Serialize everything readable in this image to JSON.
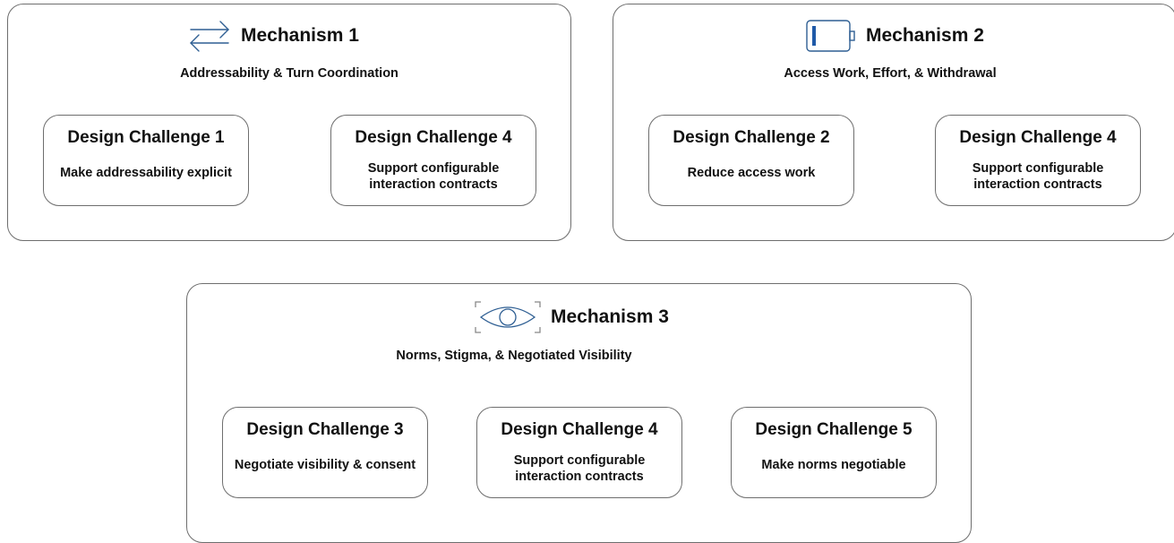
{
  "mechanisms": [
    {
      "icon": "arrows-swap-icon",
      "title": "Mechanism 1",
      "subtitle": "Addressability & Turn Coordination",
      "challenges": [
        {
          "title": "Design Challenge 1",
          "desc": [
            "Make addressability explicit"
          ]
        },
        {
          "title": "Design Challenge 4",
          "desc": [
            "Support configurable",
            "interaction contracts"
          ]
        }
      ]
    },
    {
      "icon": "battery-low-icon",
      "title": "Mechanism 2",
      "subtitle": "Access Work, Effort, & Withdrawal",
      "challenges": [
        {
          "title": "Design Challenge 2",
          "desc": [
            "Reduce access work"
          ]
        },
        {
          "title": "Design Challenge 4",
          "desc": [
            "Support configurable",
            "interaction contracts"
          ]
        }
      ]
    },
    {
      "icon": "eye-scan-icon",
      "title": "Mechanism 3",
      "subtitle": "Norms, Stigma, & Negotiated Visibility",
      "challenges": [
        {
          "title": "Design Challenge 3",
          "desc": [
            "Negotiate visibility & consent"
          ]
        },
        {
          "title": "Design Challenge 4",
          "desc": [
            "Support configurable",
            "interaction contracts"
          ]
        },
        {
          "title": "Design Challenge 5",
          "desc": [
            "Make norms negotiable"
          ]
        }
      ]
    }
  ],
  "colors": {
    "border": "#6e6e6e",
    "icon_blue": "#2f5f93",
    "battery_fill": "#1f5aa8"
  }
}
